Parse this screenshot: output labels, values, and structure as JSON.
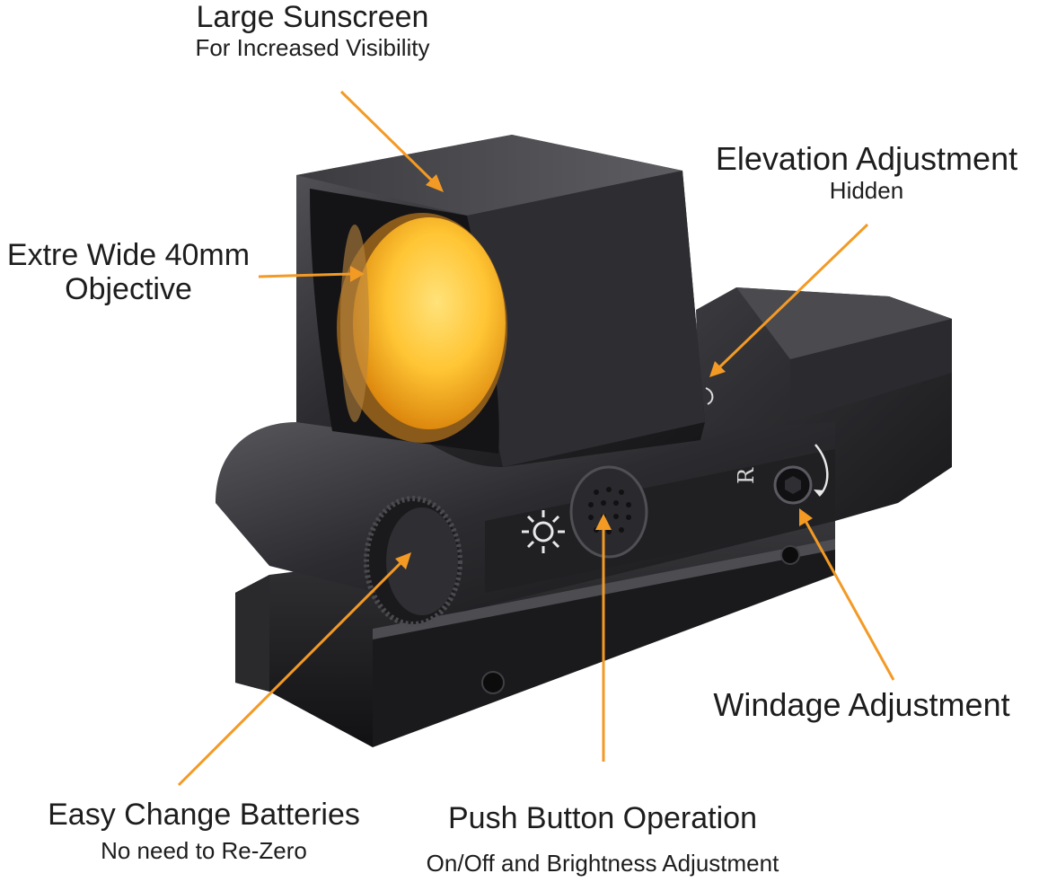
{
  "callouts": {
    "sunscreen": {
      "title": "Large Sunscreen",
      "subtitle": "For Increased Visibility"
    },
    "objective": {
      "title_line1": "Extre Wide 40mm",
      "title_line2": "Objective"
    },
    "elevation": {
      "title": "Elevation  Adjustment",
      "subtitle": "Hidden"
    },
    "windage": {
      "title": "Windage  Adjustment"
    },
    "batteries": {
      "title": "Easy Change Batteries",
      "subtitle": "No need to Re-Zero"
    },
    "push_button": {
      "title": "Push Button Operation",
      "subtitle": "On/Off and Brightness Adjustment"
    }
  },
  "product": {
    "engraved_letter": "R"
  },
  "colors": {
    "arrow": "#F39A25",
    "body": "#1f1f21",
    "body_highlight": "#4a4a4e",
    "lens_center": "#FFD24A",
    "lens_edge": "#E8930E",
    "text": "#1d1d1d"
  },
  "icons": [
    "brightness-sun-icon",
    "rotation-arrow-icon",
    "hex-screw-icon",
    "knurled-dial-icon",
    "push-button-icon"
  ]
}
